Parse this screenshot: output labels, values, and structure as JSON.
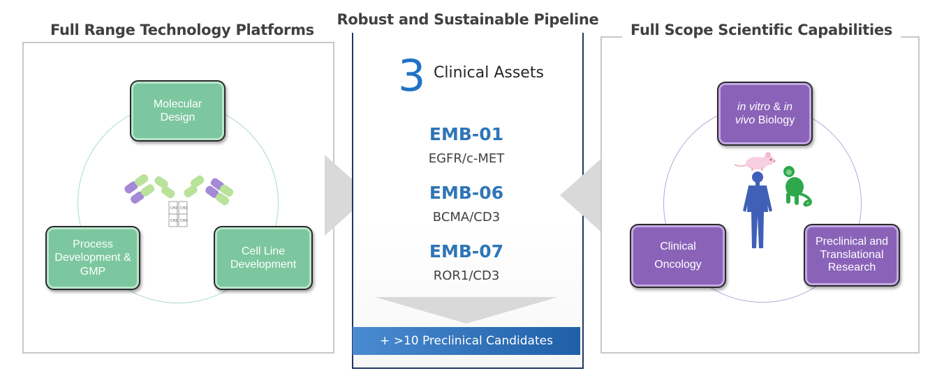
{
  "left_panel": {
    "title": "Full Range Technology Platforms",
    "boxes": {
      "molecular_design": "Molecular Design",
      "process_development": "Process Development & GMP",
      "cell_line": "Cell Line Development"
    },
    "antibody_labels": {
      "ch2": "CH2",
      "ch3": "CH3"
    }
  },
  "pipeline": {
    "title": "Robust and Sustainable Pipeline",
    "clinical_count": "3",
    "clinical_label": "Clinical Assets",
    "assets": [
      {
        "name": "EMB-01",
        "target": "EGFR/c-MET"
      },
      {
        "name": "EMB-06",
        "target": "BCMA/CD3"
      },
      {
        "name": "EMB-07",
        "target": "ROR1/CD3"
      }
    ],
    "preclinical": "+ >10 Preclinical Candidates"
  },
  "right_panel": {
    "title": "Full Scope Scientific Capabilities",
    "boxes": {
      "biology_line1_italic": "in vitro",
      "biology_line1_mid": " & ",
      "biology_line1_italic2": "in",
      "biology_line2_italic": "vivo",
      "biology_line2_rest": " Biology",
      "clinical_oncology": "Clinical Oncology",
      "preclinical": "Preclinical and Translational Research"
    }
  },
  "colors": {
    "green_box": "#7cc79f",
    "purple_box": "#8a63b8",
    "pipeline_border": "#1f3864",
    "accent_blue": "#2e75b6",
    "arrow_gray": "#d9d9d9"
  }
}
